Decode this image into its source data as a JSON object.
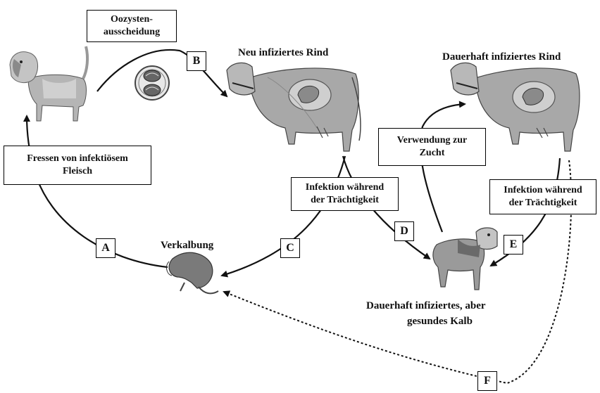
{
  "colors": {
    "line": "#111111",
    "animal_fill": "#a8a8a8",
    "animal_dark": "#555555"
  },
  "icons": {
    "dog": "dog-icon",
    "cow_new": "cow-icon",
    "cow_permanent": "cow-icon",
    "calf": "calf-icon",
    "aborted_fetus": "fetus-icon",
    "oocyst": "oocyst-icon"
  },
  "labels": {
    "oocysten_line1": "Oozysten-",
    "oocysten_line2": "ausscheidung",
    "neu_rind": "Neu infiziertes Rind",
    "dauer_rind": "Dauerhaft infiziertes Rind",
    "fressen_line1": "Fressen von infektiösem",
    "fressen_line2": "Fleisch",
    "verwendung_line1": "Verwendung zur",
    "verwendung_line2": "Zucht",
    "infektion1_line1": "Infektion während",
    "infektion1_line2": "der Trächtigkeit",
    "infektion2_line1": "Infektion während",
    "infektion2_line2": "der Trächtigkeit",
    "verkalbung": "Verkalbung",
    "kalb_line1": "Dauerhaft infiziertes, aber",
    "kalb_line2": "gesundes Kalb"
  },
  "letters": {
    "a": "A",
    "b": "B",
    "c": "C",
    "d": "D",
    "e": "E",
    "f": "F"
  }
}
